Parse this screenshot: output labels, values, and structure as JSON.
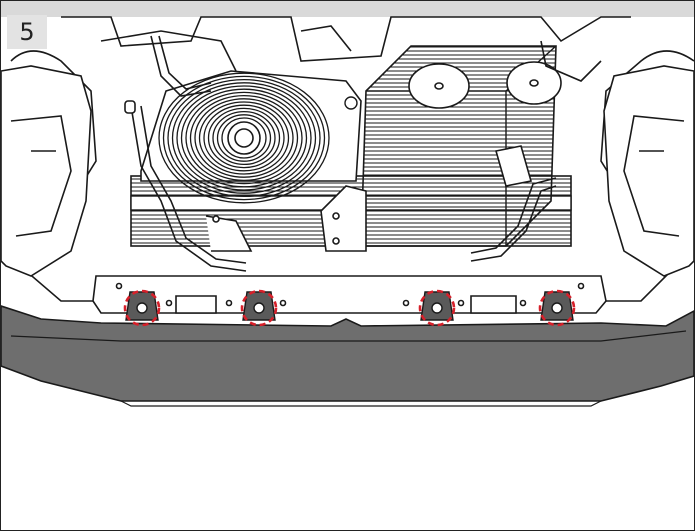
{
  "step": {
    "number": "5",
    "badge_color": "#e3e3e3"
  },
  "illustration": {
    "subject": "car-front-bumper-mounts",
    "line_color": "#1a1a1a",
    "bumper_color": "#6e6e6e",
    "highlight_color": "#d6202a",
    "highlighted_mounts": 4
  }
}
